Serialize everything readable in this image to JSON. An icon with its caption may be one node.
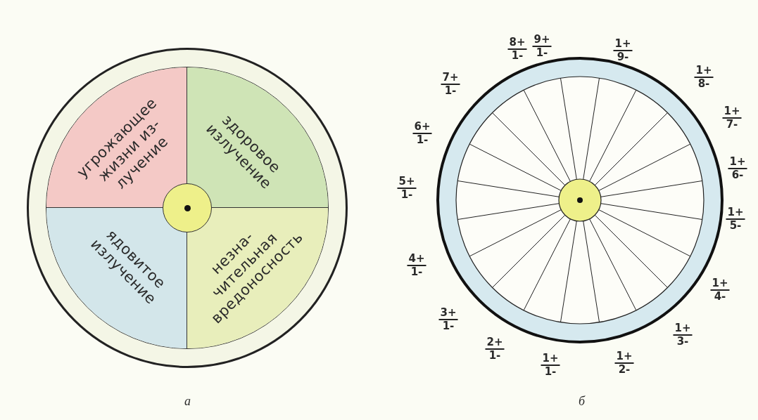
{
  "diagram": {
    "nodes": [
      {
        "text": [
          "угрожающее жизни из- лучение"
        ]
      },
      {
        "text": [
          "здоровое излучение"
        ]
      },
      {
        "text": [
          "ядовитое излучение"
        ]
      },
      {
        "text": [
          "незна- чительная вредоносность"
        ]
      }
    ],
    "labels": [
      "8+",
      "1-",
      "9+",
      "1-",
      "1+",
      "9-",
      "7+",
      "1-",
      "1+",
      "8-",
      "6+",
      "1-",
      "1+",
      "7-",
      "5+",
      "1-",
      "1+",
      "6-",
      "1+",
      "5-",
      "4+",
      "1-",
      "1+",
      "4-",
      "3+",
      "1-",
      "1+",
      "3-",
      "2+",
      "1-",
      "1+",
      "1-",
      "1+",
      "2-",
      "а",
      "б"
    ]
  }
}
